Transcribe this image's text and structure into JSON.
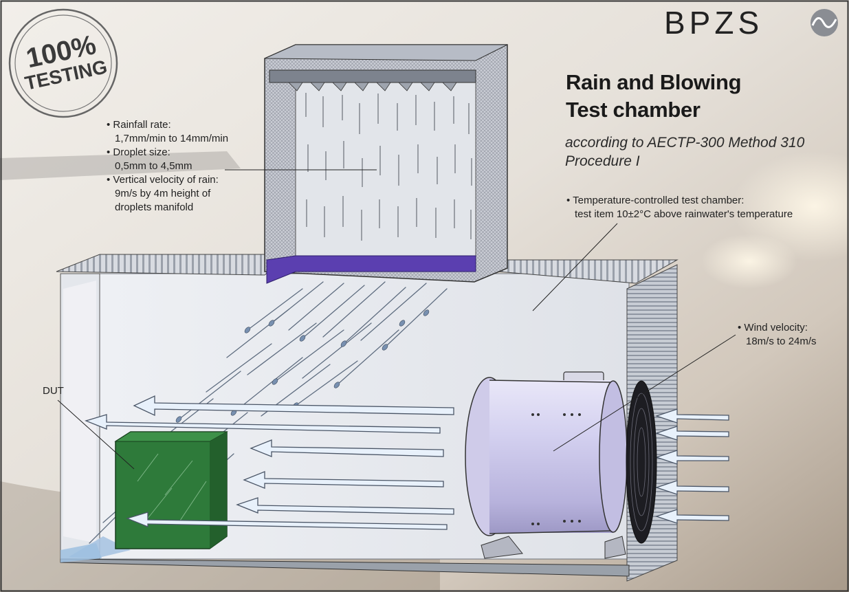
{
  "brand": {
    "name": "BPZS"
  },
  "stamp": {
    "line1": "100%",
    "line2": "TESTING"
  },
  "title": {
    "line1": "Rain and Blowing",
    "line2": "Test chamber"
  },
  "subtitle": {
    "line1": "according to AECTP-300 Method 310",
    "line2": "Procedure I"
  },
  "rain_specs": {
    "item1_label": "Rainfall rate:",
    "item1_value": "1,7mm/min to 14mm/min",
    "item2_label": "Droplet size:",
    "item2_value": "0,5mm to 4,5mm",
    "item3_label": "Vertical velocity of rain:",
    "item3_value_line1": "9m/s by 4m height of",
    "item3_value_line2": "droplets manifold"
  },
  "chamber_spec": {
    "line1": "Temperature-controlled test chamber:",
    "line2": "test item 10±2°C above rainwater's temperature"
  },
  "wind_spec": {
    "label": "Wind velocity:",
    "value": "18m/s to 24m/s"
  },
  "dut_label": "DUT",
  "colors": {
    "dut_green": "#2e7a3a",
    "manifold_purple": "#5b3fb0",
    "fan_lavender": "#c9c6ec",
    "arrow_fill": "#e8f1fb",
    "arrow_stroke": "#4a5566",
    "water_blue": "#8fb4d8"
  },
  "icons": {
    "brand_logo": "wave-circle-icon",
    "stamp": "round-stamp-icon"
  }
}
